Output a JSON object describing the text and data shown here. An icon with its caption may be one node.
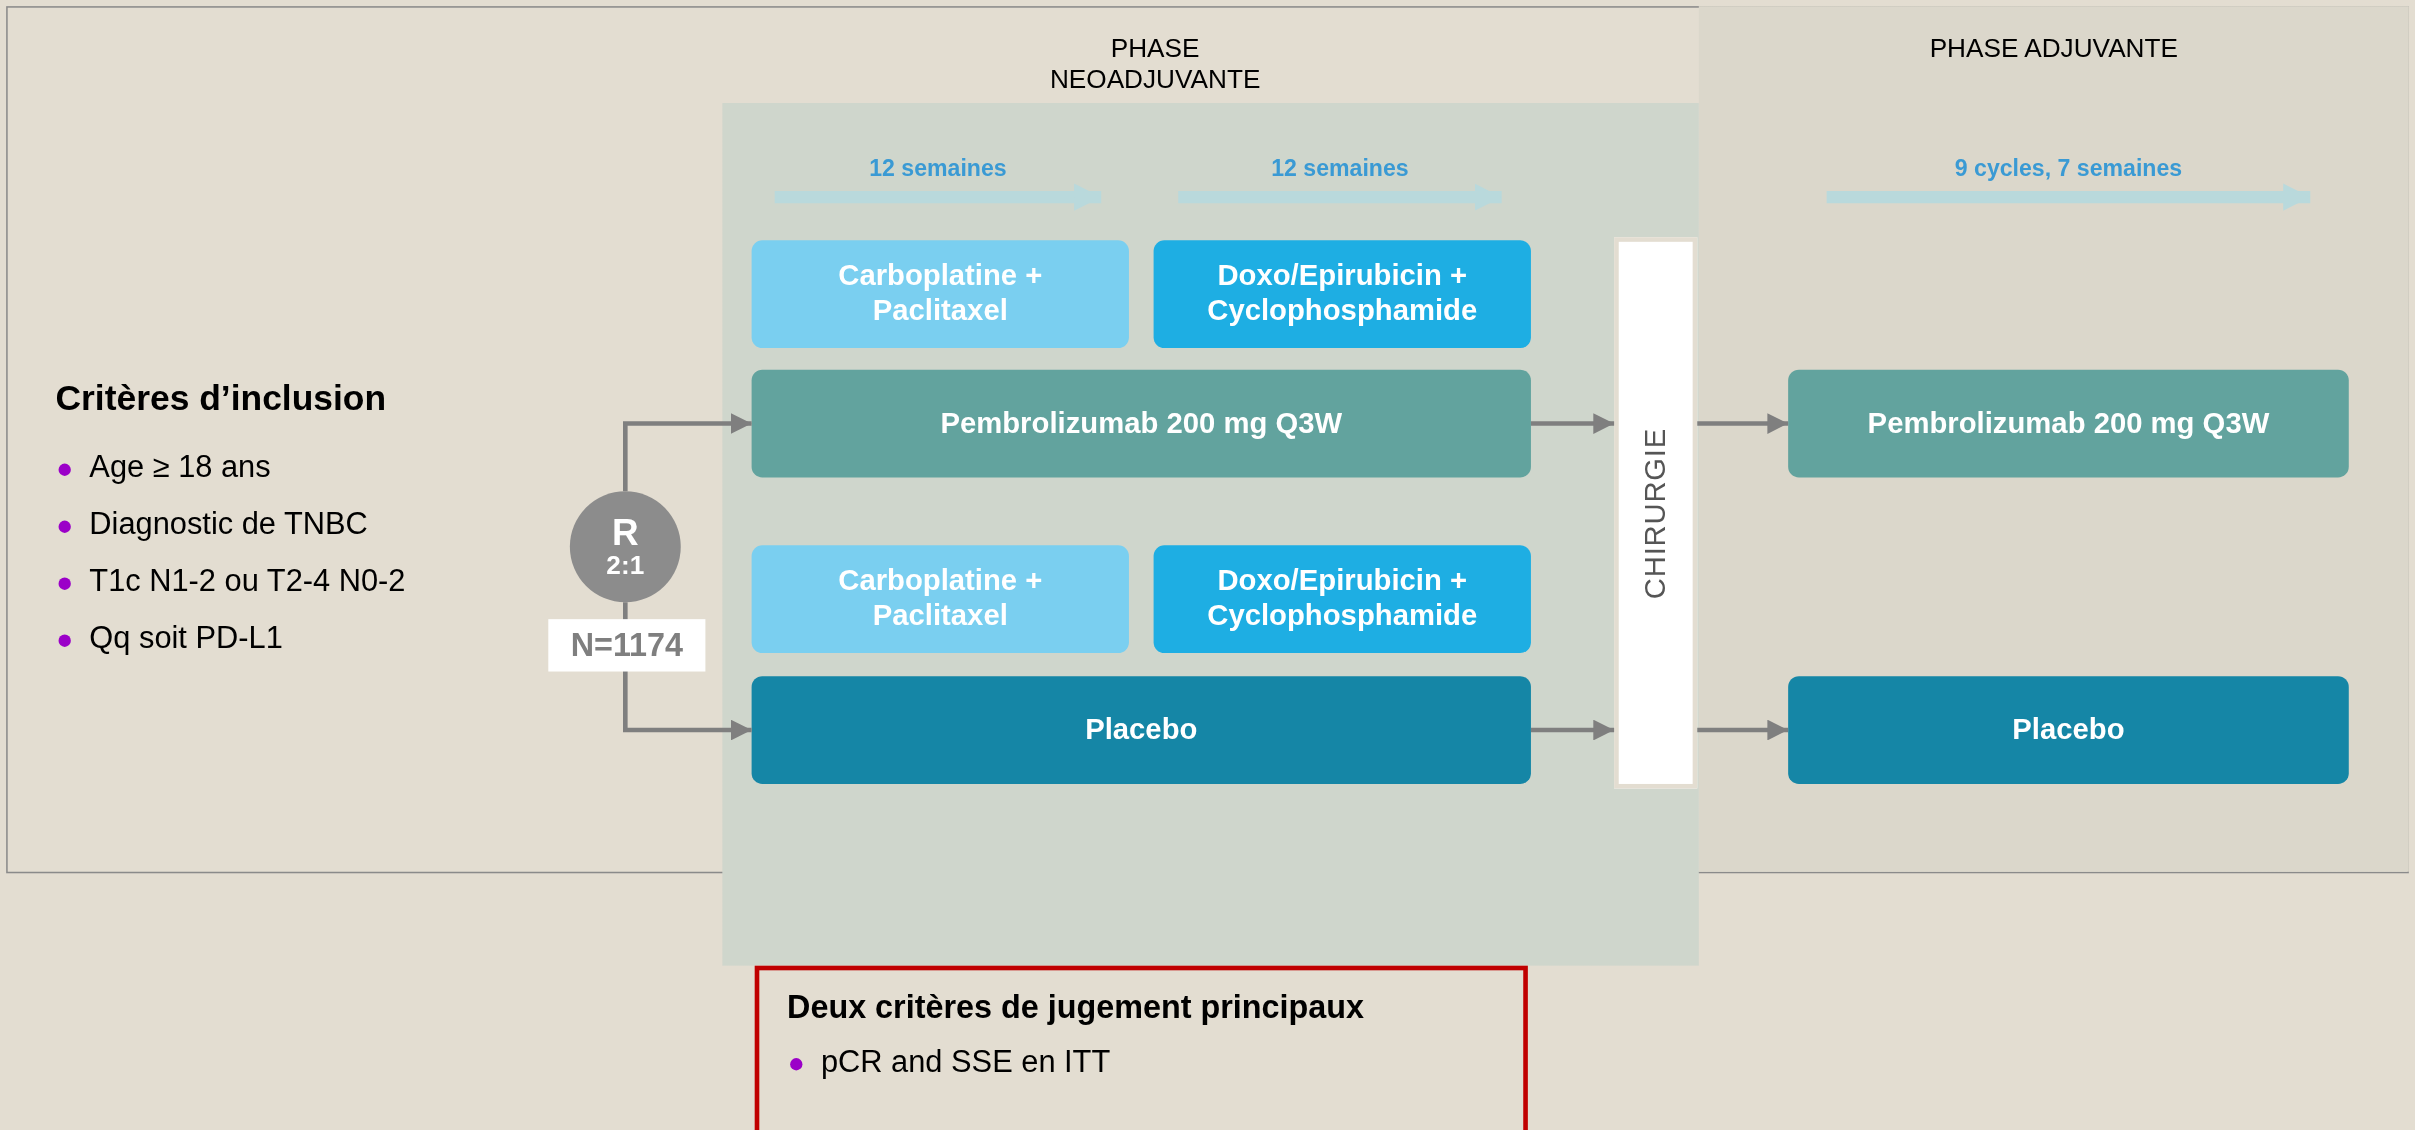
{
  "diagram": {
    "nodes": [
      {
        "text": [
          "PHASE NEOADJUVANTE"
        ]
      },
      {
        "text": [
          "PHASE ADJUVANTE"
        ]
      },
      {
        "text": [
          "Critères d’inclusion",
          "Age ≥ 18 ans",
          "Diagnostic de TNBC",
          "T1c N1-2 ou T2-4 N0-2",
          "Qq soit PD-L1"
        ]
      },
      {
        "text": [
          "R",
          "2:1"
        ]
      },
      {
        "text": [
          "Carboplatine + Paclitaxel"
        ],
        "in": 0
      },
      {
        "text": [
          "Doxo/Epirubicin + Cyclophosphamide"
        ],
        "in": 0
      },
      {
        "text": [
          "Pembrolizumab 200 mg Q3W"
        ],
        "in": 0
      },
      {
        "text": [
          "Carboplatine + Paclitaxel"
        ],
        "in": 0
      },
      {
        "text": [
          "Doxo/Epirubicin + Cyclophosphamide"
        ],
        "in": 0
      },
      {
        "text": [
          "Placebo"
        ],
        "in": 0
      },
      {
        "text": [
          "CHIRURGIE"
        ],
        "in": 0
      },
      {
        "text": [
          "Pembrolizumab 200 mg Q3W"
        ],
        "in": 1
      },
      {
        "text": [
          "Placebo"
        ],
        "in": 1
      },
      {
        "text": [
          "Deux critères de jugement principaux",
          "pCR and SSE en ITT"
        ]
      }
    ],
    "edges": [
      {
        "from": 3,
        "to": 6,
        "arrow": "to"
      },
      {
        "from": 3,
        "to": 9,
        "arrow": "to"
      },
      {
        "from": 6,
        "to": 10,
        "arrow": "to"
      },
      {
        "from": 9,
        "to": 10,
        "arrow": "to"
      },
      {
        "from": 10,
        "to": 11,
        "arrow": "to"
      },
      {
        "from": 10,
        "to": 12,
        "arrow": "to"
      }
    ],
    "labels": [
      "12 semaines",
      "12 semaines",
      "9 cycles, 7 semaines",
      "N=1174"
    ]
  }
}
